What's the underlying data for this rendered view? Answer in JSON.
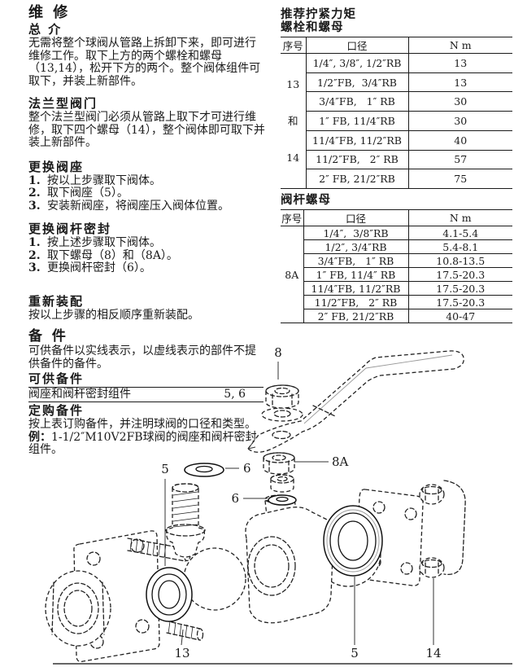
{
  "page": {
    "bg": "#ffffff",
    "ink": "#1a1a1a"
  },
  "left": {
    "title": "维 修",
    "intro": {
      "heading": "总 介",
      "body": "无需将整个球阀从管路上拆卸下来，即可进行维修工作。取下上方的两个螺栓和螺母（13,14），松开下方的两个。整个阀体组件可取下，并装上新部件。"
    },
    "flange": {
      "heading": "法兰型阀门",
      "body": "整个法兰型阀门必须从管路上取下才可进行维修，取下四个螺母（14），整个阀体即可取下并装上新部件。"
    },
    "seat": {
      "heading": "更换阀座",
      "items": [
        {
          "num": "1.",
          "text": "按以上步骤取下阀体。"
        },
        {
          "num": "2.",
          "text": "取下阀座（5）。"
        },
        {
          "num": "3.",
          "text": "安装新阀座，将阀座压入阀体位置。"
        }
      ]
    },
    "stem_seal": {
      "heading": "更换阀杆密封",
      "items": [
        {
          "num": "1.",
          "text": "按上述步骤取下阀体。"
        },
        {
          "num": "2.",
          "text": "取下螺母（8）和（8A）。"
        },
        {
          "num": "3.",
          "text": "更换阀杆密封（6）。"
        }
      ]
    },
    "reassembly": {
      "heading": "重新装配",
      "body": "按以上步骤的相反顺序重新装配。"
    },
    "spares": {
      "heading": "备 件",
      "body": "可供备件以实线表示，以虚线表示的部件不提供备件的备件。",
      "available_heading": "可供备件",
      "available_row": {
        "label": "阀座和阀杆密封组件",
        "value": "5, 6"
      },
      "order_heading": "定购备件",
      "order_body": "按上表订购备件，并注明球阀的口径和类型。",
      "example_label": "例：",
      "example_body": "1-1/2″M10V2FB球阀的阀座和阀杆密封组件。"
    }
  },
  "right": {
    "title": "推荐拧紧力矩",
    "table1": {
      "heading": "螺栓和螺母",
      "columns": [
        "序号",
        "口径",
        "N m"
      ],
      "merged_label": [
        "13",
        "和",
        "14"
      ],
      "rows": [
        {
          "size": "1/4″, 3/8″, 1/2″RB",
          "nm": "13"
        },
        {
          "size": "1/2″FB,  3/4″RB",
          "nm": "13"
        },
        {
          "size": "3/4″FB,   1″ RB",
          "nm": "30"
        },
        {
          "size": "1″ FB, 11/4″RB",
          "nm": "30"
        },
        {
          "size": "11/4″FB, 11/2″RB",
          "nm": "40"
        },
        {
          "size": "11/2″FB,   2″ RB",
          "nm": "57"
        },
        {
          "size": "2″ FB, 21/2″RB",
          "nm": "75"
        }
      ]
    },
    "table2": {
      "heading": "阀杆螺母",
      "columns": [
        "序号",
        "口径",
        "N m"
      ],
      "merged_label": [
        "8A"
      ],
      "rows": [
        {
          "size": "1/4″,  3/8″RB",
          "nm": "4.1-5.4"
        },
        {
          "size": "1/2″, 3/4″RB",
          "nm": "5.4-8.1"
        },
        {
          "size": "3/4″FB,   1″ RB",
          "nm": "10.8-13.5"
        },
        {
          "size": "1″ FB, 11/4″ RB",
          "nm": "17.5-20.3"
        },
        {
          "size": "11/4″FB, 11/2″RB",
          "nm": "17.5-20.3"
        },
        {
          "size": "11/2″FB,   2″ RB",
          "nm": "17.5-20.3"
        },
        {
          "size": "2″ FB, 21/2″RB",
          "nm": "40-47"
        }
      ]
    }
  },
  "diagram": {
    "labels": {
      "nut_top": "8",
      "stem_nut": "8A",
      "washer_upper": "6",
      "washer_lower": "6",
      "seat_left": "5",
      "seat_right": "5",
      "bolts": "13",
      "flange_nuts": "14"
    }
  }
}
